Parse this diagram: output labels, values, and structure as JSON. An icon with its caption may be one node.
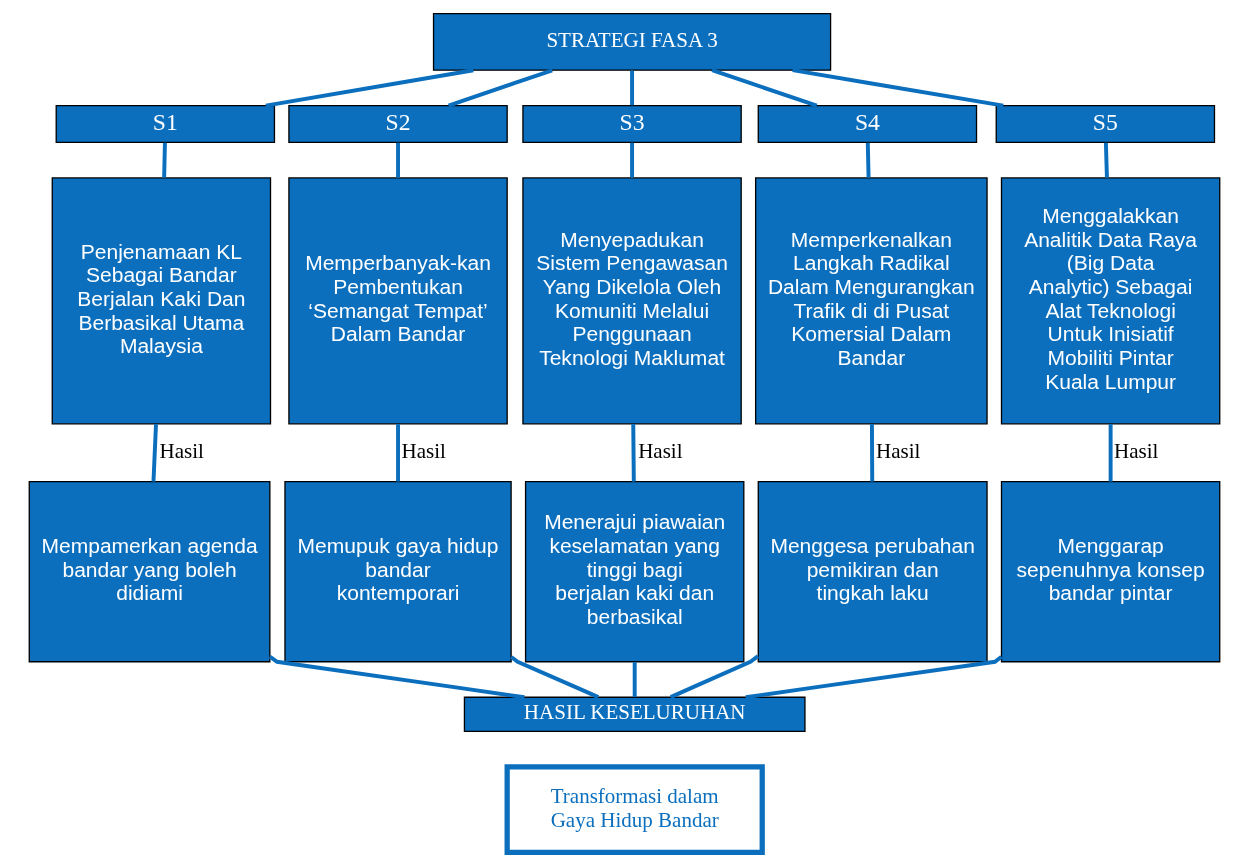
{
  "diagram": {
    "nodes": [
      {
        "text": [
          "STRATEGI FASA 3"
        ]
      },
      {
        "text": [
          "S1"
        ]
      },
      {
        "text": [
          "S2"
        ]
      },
      {
        "text": [
          "S3"
        ]
      },
      {
        "text": [
          "S4"
        ]
      },
      {
        "text": [
          "S5"
        ]
      },
      {
        "text": [
          "Penjenamaan KL Sebagai Bandar Berjalan Kaki Dan Berbasikal Utama Malaysia"
        ]
      },
      {
        "text": [
          "Memperbanyak-kan Pembentukan ‘Semangat Tempat’ Dalam Bandar"
        ]
      },
      {
        "text": [
          "Menyepadukan Sistem Pengawasan Yang Dikelola Oleh Komuniti Melalui Penggunaan Teknologi Maklumat"
        ]
      },
      {
        "text": [
          "Memperkenalkan Langkah Radikal Dalam Mengurangkan Trafik di di Pusat Komersial Dalam Bandar"
        ]
      },
      {
        "text": [
          "Menggalakkan Analitik Data Raya (Big Data Analytic) Sebagai Alat Teknologi Untuk Inisiatif Mobiliti Pintar Kuala Lumpur"
        ]
      },
      {
        "text": [
          "Mempamerkan agenda bandar yang boleh didiami"
        ]
      },
      {
        "text": [
          "Memupuk gaya hidup bandar kontemporari"
        ]
      },
      {
        "text": [
          "Menerajui piawaian keselamatan yang tinggi bagi berjalan kaki dan berbasikal"
        ]
      },
      {
        "text": [
          "Menggesa perubahan pemikiran dan tingkah laku"
        ]
      },
      {
        "text": [
          "Menggarap sepenuhnya konsep bandar pintar"
        ]
      },
      {
        "text": [
          "HASIL KESELURUHAN"
        ]
      },
      {
        "text": [
          "Transformasi dalam Gaya Hidup Bandar"
        ]
      }
    ],
    "edges": [
      {
        "from": 0,
        "to": 1,
        "arrow": "none"
      },
      {
        "from": 0,
        "to": 2,
        "arrow": "none"
      },
      {
        "from": 0,
        "to": 3,
        "arrow": "none"
      },
      {
        "from": 0,
        "to": 4,
        "arrow": "none"
      },
      {
        "from": 0,
        "to": 5,
        "arrow": "none"
      },
      {
        "from": 1,
        "to": 6,
        "arrow": "none"
      },
      {
        "from": 2,
        "to": 7,
        "arrow": "none"
      },
      {
        "from": 3,
        "to": 8,
        "arrow": "none"
      },
      {
        "from": 4,
        "to": 9,
        "arrow": "none"
      },
      {
        "from": 5,
        "to": 10,
        "arrow": "none"
      },
      {
        "from": 6,
        "to": 11,
        "arrow": "none",
        "label": "Hasil"
      },
      {
        "from": 7,
        "to": 12,
        "arrow": "none",
        "label": "Hasil"
      },
      {
        "from": 8,
        "to": 13,
        "arrow": "none",
        "label": "Hasil"
      },
      {
        "from": 9,
        "to": 14,
        "arrow": "none",
        "label": "Hasil"
      },
      {
        "from": 10,
        "to": 15,
        "arrow": "none",
        "label": "Hasil"
      },
      {
        "from": 11,
        "to": 16,
        "arrow": "none"
      },
      {
        "from": 12,
        "to": 16,
        "arrow": "none"
      },
      {
        "from": 13,
        "to": 16,
        "arrow": "none"
      },
      {
        "from": 14,
        "to": 16,
        "arrow": "none"
      },
      {
        "from": 15,
        "to": 16,
        "arrow": "none"
      }
    ]
  }
}
